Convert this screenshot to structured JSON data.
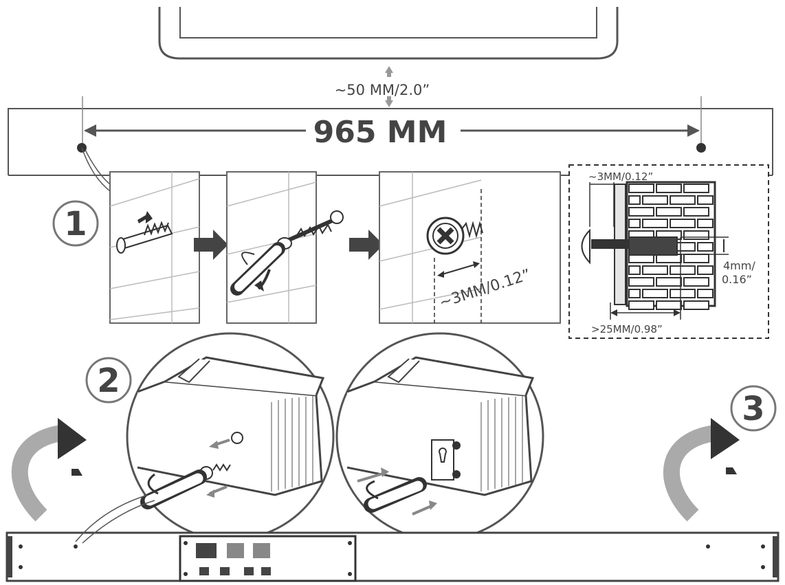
{
  "labels": {
    "tv_gap": "~50 MM/2.0”",
    "width": "965 MM",
    "step1": "1",
    "step2": "2",
    "step3": "3",
    "screw_gap": "~3MM/0.12”",
    "detail_gap": "~3MM/0.12”",
    "diameter_1": "4mm/",
    "diameter_2": "0.16”",
    "depth": ">25MM/0.98”"
  },
  "colors": {
    "line": "#555555",
    "text": "#444444",
    "fill_dark": "#333333",
    "fill_light": "#e6e6e6"
  }
}
